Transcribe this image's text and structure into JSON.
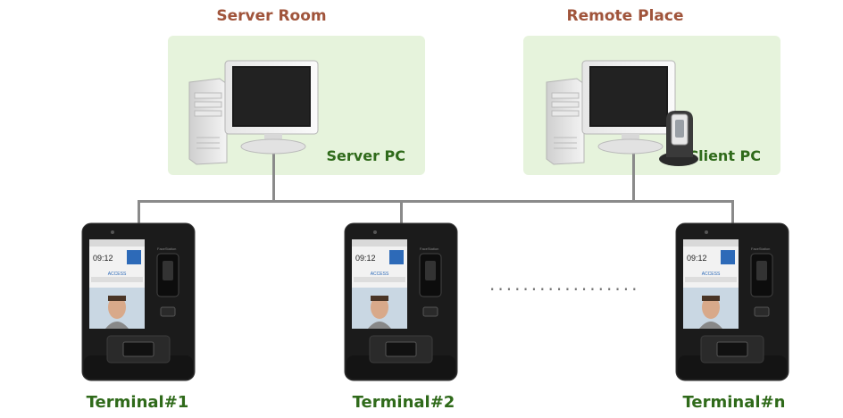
{
  "zones": [
    {
      "title": "Server Room",
      "pc_label": "Server PC"
    },
    {
      "title": "Remote Place",
      "pc_label": "Client PC"
    }
  ],
  "terminals": [
    {
      "label": "Terminal#1"
    },
    {
      "label": "Terminal#2"
    },
    {
      "label": "Terminal#n"
    }
  ],
  "ellipsis": "··················",
  "screen_text": {
    "time": "09:12",
    "access": "ACCESS"
  },
  "colors": {
    "zone_title": "#a0543b",
    "zone_bg": "#e6f3dc",
    "label_green": "#2f6a1a",
    "connector": "#8a8a8a"
  }
}
